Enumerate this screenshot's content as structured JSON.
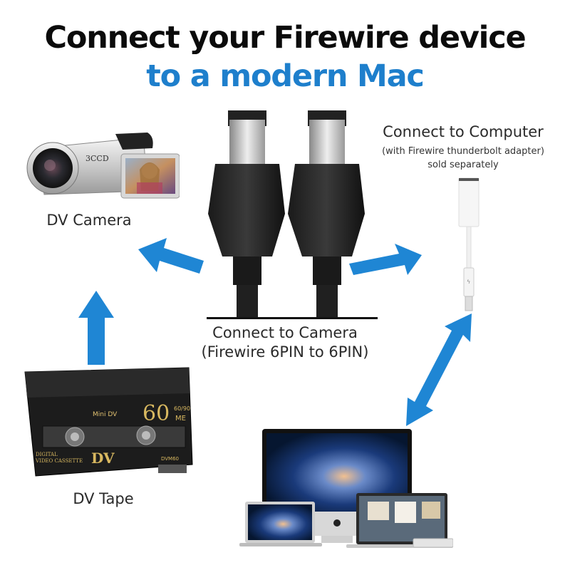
{
  "header": {
    "title_line1": "Connect your Firewire device",
    "title_line2": "to a modern Mac"
  },
  "labels": {
    "dv_camera": "DV Camera",
    "dv_tape": "DV Tape",
    "computer_title": "Connect to Computer",
    "computer_note1": "(with Firewire thunderbolt adapter)",
    "computer_note2": "sold separately",
    "camera_title": "Connect to Camera",
    "camera_note": "(Firewire 6PIN to 6PIN)"
  },
  "tape": {
    "brand": "Mini DV",
    "minutes": "60",
    "modes": "60/90",
    "me": "ME",
    "line1": "DIGITAL",
    "line2": "VIDEO CASSETTE",
    "logo": "DV",
    "model": "DVM60"
  },
  "camera": {
    "badge": "3CCD"
  },
  "colors": {
    "accent_blue": "#1e7fcc",
    "arrow_blue": "#1f86d4",
    "title_black": "#0b0b0b"
  }
}
